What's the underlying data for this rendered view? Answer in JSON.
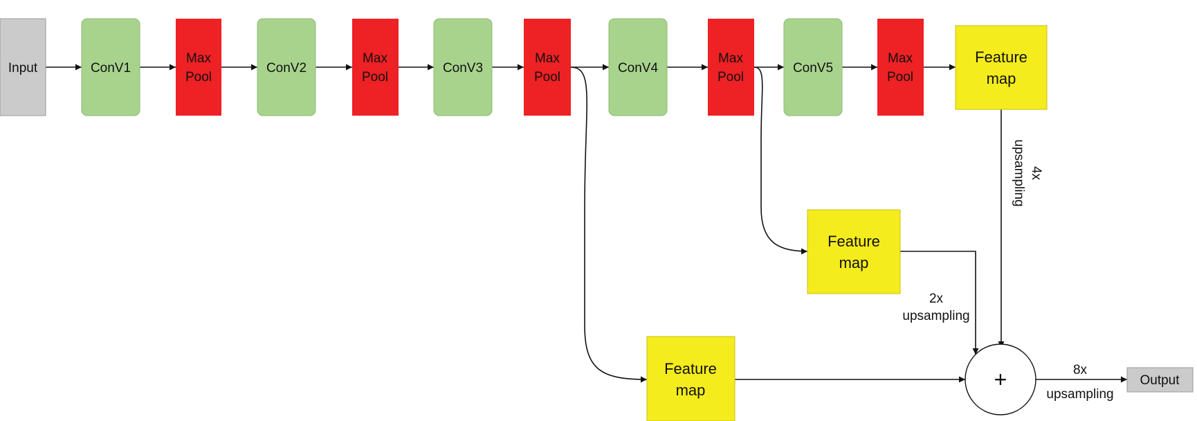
{
  "colors": {
    "input": "#cbcbcb",
    "conv": "#a8d38d",
    "pool": "#ee2124",
    "feature": "#f4ec1c",
    "output": "#cbcbcb",
    "edge": "#111111"
  },
  "nodes": {
    "input": "Input",
    "conv1": "ConV1",
    "pool1": [
      "Max",
      "Pool"
    ],
    "conv2": "ConV2",
    "pool2": [
      "Max",
      "Pool"
    ],
    "conv3": "ConV3",
    "pool3": [
      "Max",
      "Pool"
    ],
    "conv4": "ConV4",
    "pool4": [
      "Max",
      "Pool"
    ],
    "conv5": "ConV5",
    "pool5": [
      "Max",
      "Pool"
    ],
    "feature_top": [
      "Feature",
      "map"
    ],
    "feature_mid": [
      "Feature",
      "map"
    ],
    "feature_bottom": [
      "Feature",
      "map"
    ],
    "sum": "+",
    "output": "Output"
  },
  "labels": {
    "up4": [
      "4x",
      "upsampling"
    ],
    "up2": [
      "2x",
      "upsampling"
    ],
    "up8": [
      "8x",
      "upsampling"
    ]
  }
}
